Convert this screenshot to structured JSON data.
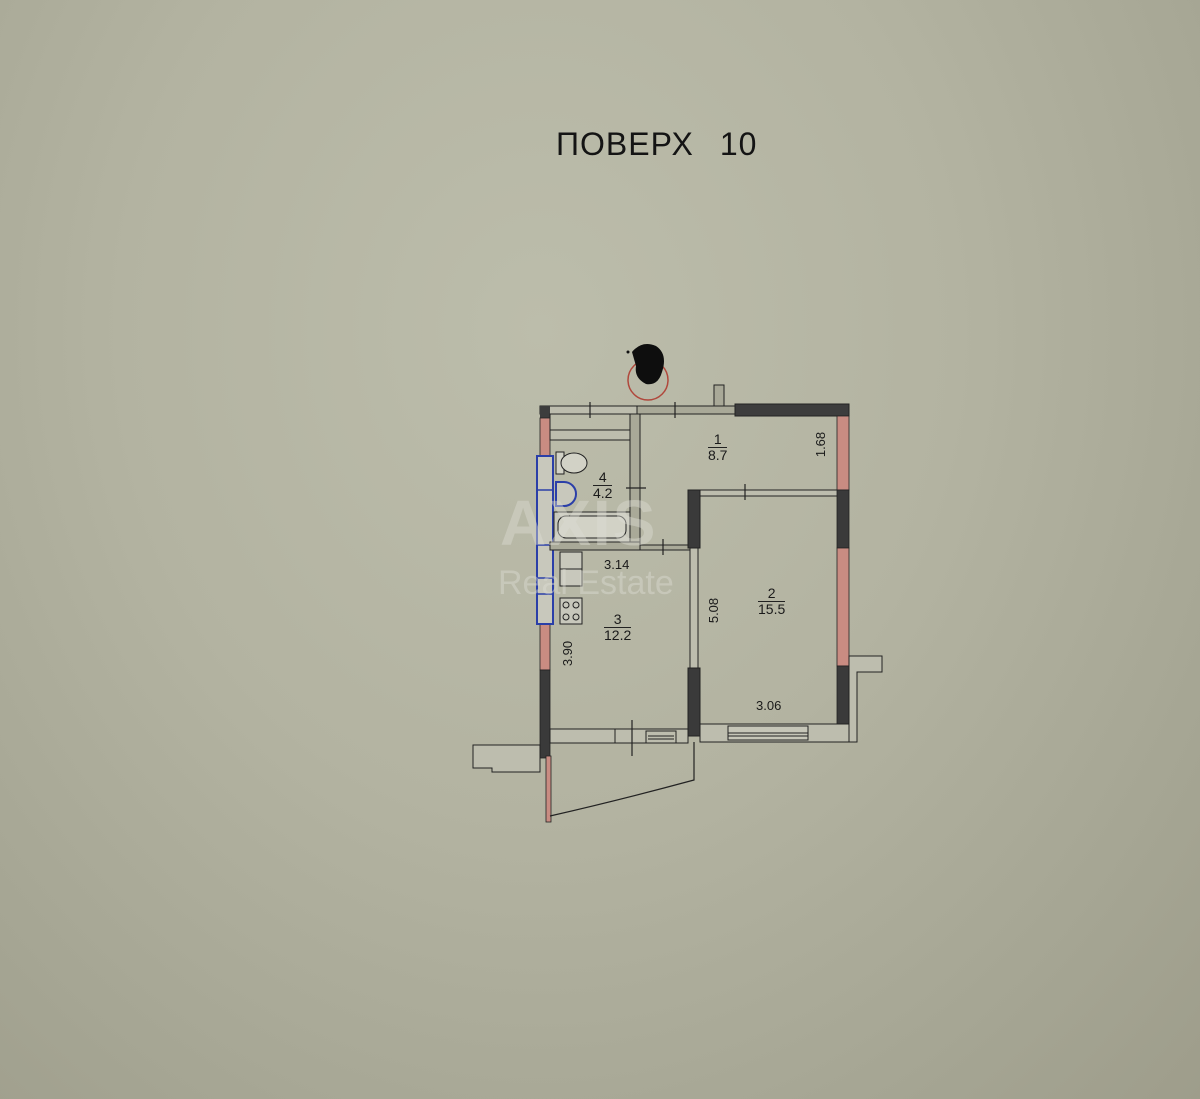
{
  "header": {
    "floor_label": "ПОВЕРХ",
    "floor_number": "10"
  },
  "watermark": {
    "brand": "AXIS",
    "sub": "Real Estate"
  },
  "rooms": [
    {
      "number": "1",
      "area": "8.7"
    },
    {
      "number": "2",
      "area": "15.5"
    },
    {
      "number": "3",
      "area": "12.2"
    },
    {
      "number": "4",
      "area": "4.2"
    }
  ],
  "dimensions": {
    "corridor_width": "1.68",
    "kitchen_width": "3.14",
    "room_length": "5.08",
    "kitchen_length": "3.90",
    "room_width": "3.06"
  },
  "colors": {
    "background": "#b3b3a1",
    "wall_dark": "#3a3a3a",
    "wall_red": "#c98c82",
    "partition": "#8f8f80",
    "plumbing_blue": "#2b3fa8",
    "compass_red": "#b0483c"
  }
}
